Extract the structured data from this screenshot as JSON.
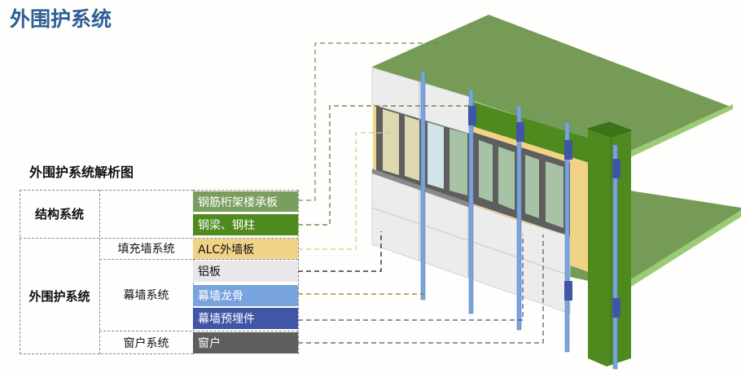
{
  "header": {
    "title": "外围护系统"
  },
  "diagram": {
    "subtitle": "外围护系统解析图",
    "groups": [
      {
        "label": "结构系统",
        "subsystems": [
          {
            "label": "",
            "components": [
              "钢筋桁架楼承板",
              "钢梁、钢柱"
            ]
          }
        ]
      },
      {
        "label": "外围护系统",
        "subsystems": [
          {
            "label": "填充墙系统",
            "components": [
              "ALC外墙板"
            ]
          },
          {
            "label": "幕墙系统",
            "components": [
              "铝板",
              "幕墙龙骨",
              "幕墙预埋件"
            ]
          },
          {
            "label": "窗户系统",
            "components": [
              "窗户"
            ]
          }
        ]
      }
    ],
    "components": [
      {
        "label": "钢筋桁架楼承板",
        "color": "#7a9e5e",
        "text_color": "#ffffff",
        "leader_color": "#6b8a55"
      },
      {
        "label": "钢梁、钢柱",
        "color": "#4f8a1f",
        "text_color": "#ffffff",
        "leader_color": "#4f7a26"
      },
      {
        "label": "ALC外墙板",
        "color": "#f1d388",
        "text_color": "#111111",
        "leader_color": "#e2c67a"
      },
      {
        "label": "铝板",
        "color": "#e8e8e8",
        "text_color": "#111111",
        "leader_color": "#111111"
      },
      {
        "label": "幕墙龙骨",
        "color": "#78a3dc",
        "text_color": "#ffffff",
        "leader_color": "#b06a1a"
      },
      {
        "label": "幕墙预埋件",
        "color": "#4156a6",
        "text_color": "#ffffff",
        "leader_color": "#3e4f8a"
      },
      {
        "label": "窗户",
        "color": "#5e5e5e",
        "text_color": "#ffffff",
        "leader_color": "#555555"
      }
    ]
  }
}
